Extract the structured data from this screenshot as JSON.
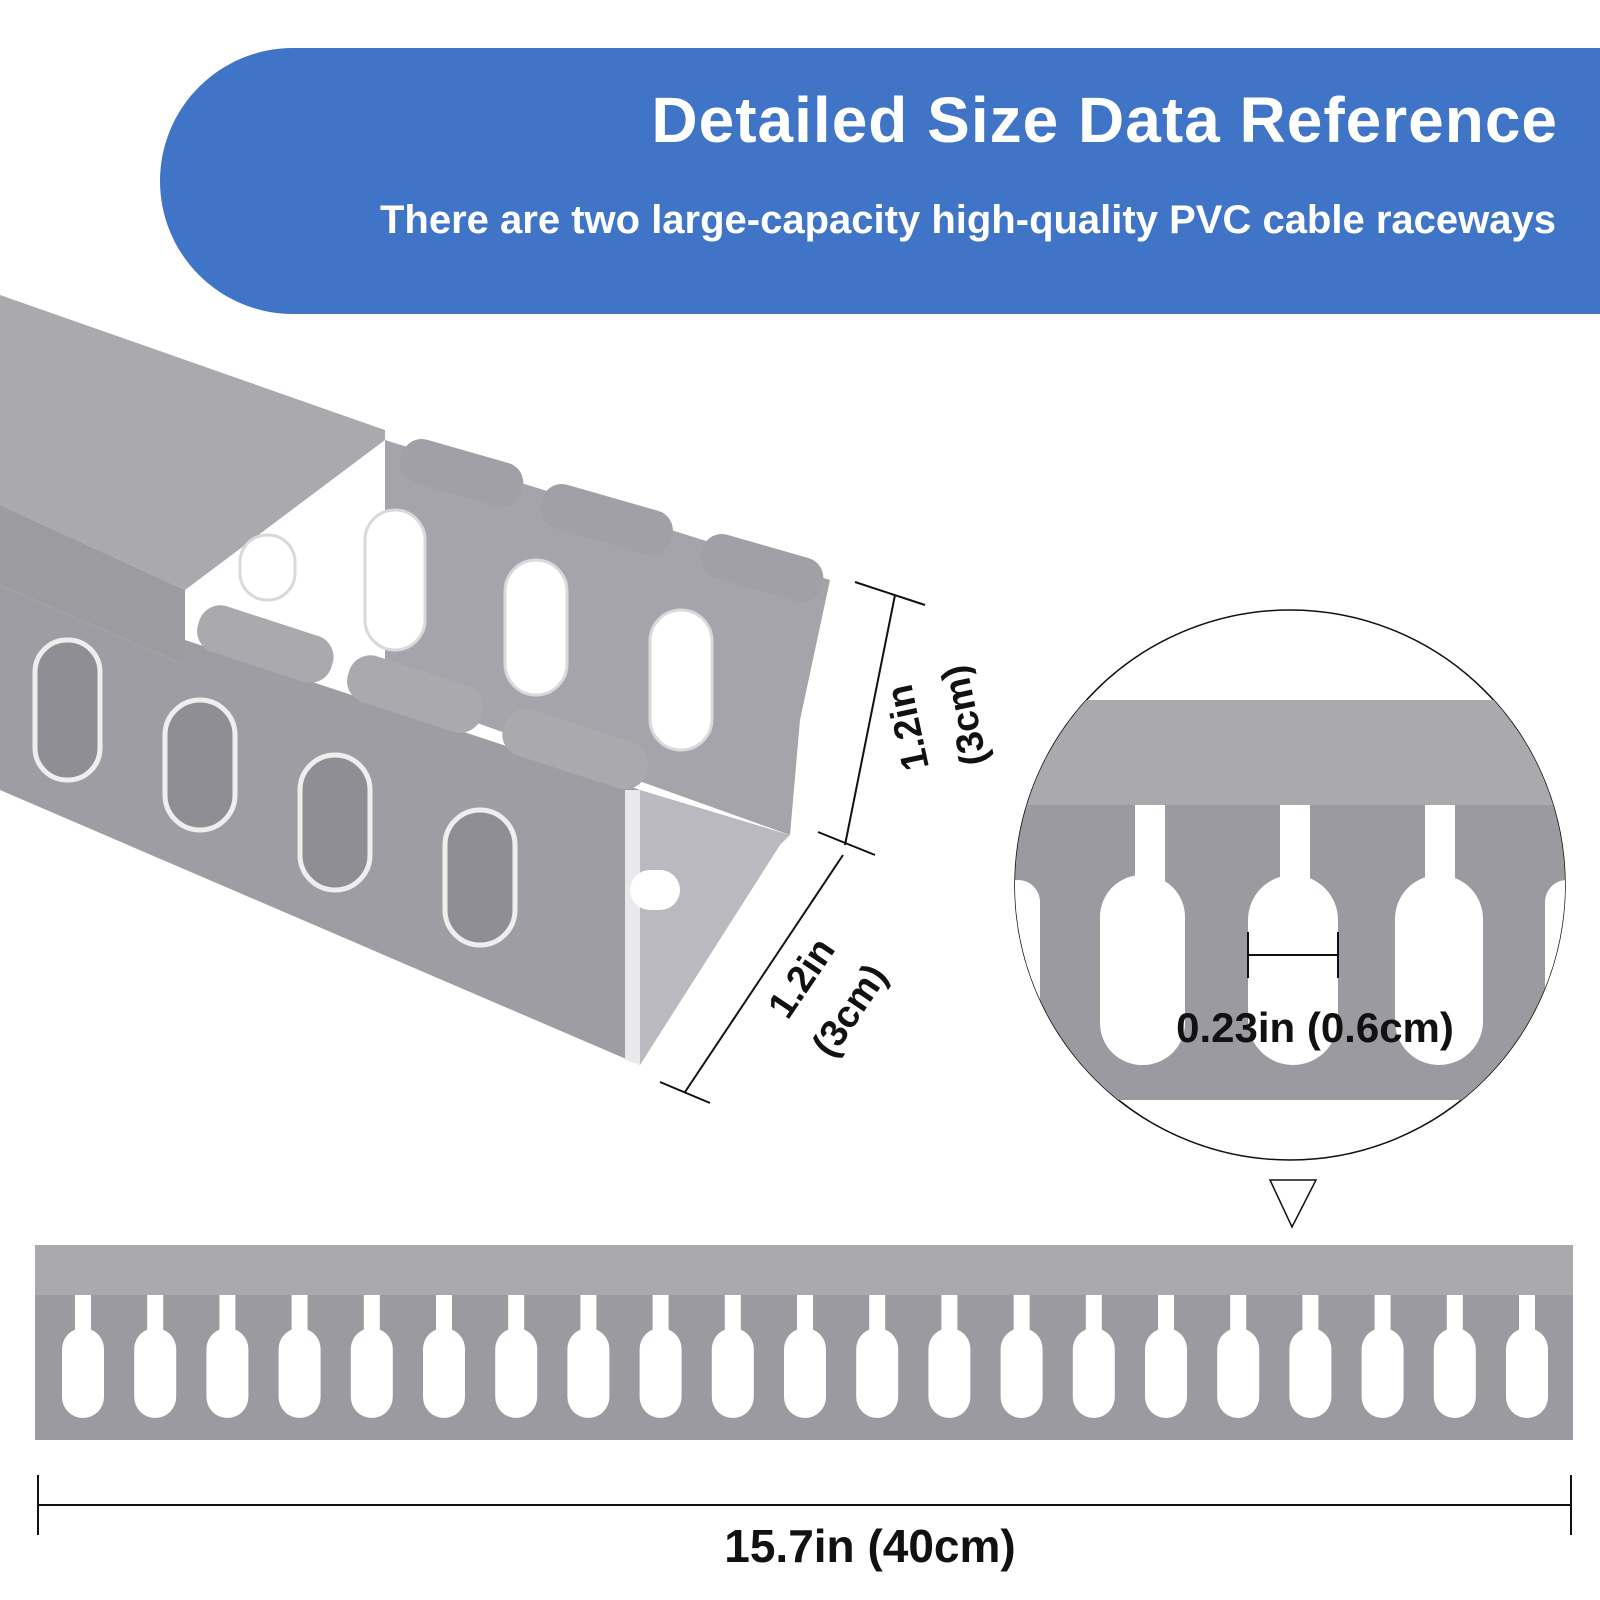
{
  "banner": {
    "title": "Detailed Size Data Reference",
    "subtitle": "There are two large-capacity high-quality PVC cable raceways",
    "color": "#3f74c7"
  },
  "dimensions": {
    "height_label": "1.2in",
    "height_label_metric": "(3cm)",
    "width_label": "1.2in",
    "width_label_metric": "(3cm)",
    "slot_width_label": "0.23in (0.6cm)",
    "length_label": "15.7in (40cm)"
  },
  "colors": {
    "raceway_body": "#9a9aa0",
    "raceway_top": "#a7a7ac",
    "raceway_face": "#b9b9bf",
    "slot": "#ffffff"
  },
  "strip": {
    "slot_count": 21
  }
}
